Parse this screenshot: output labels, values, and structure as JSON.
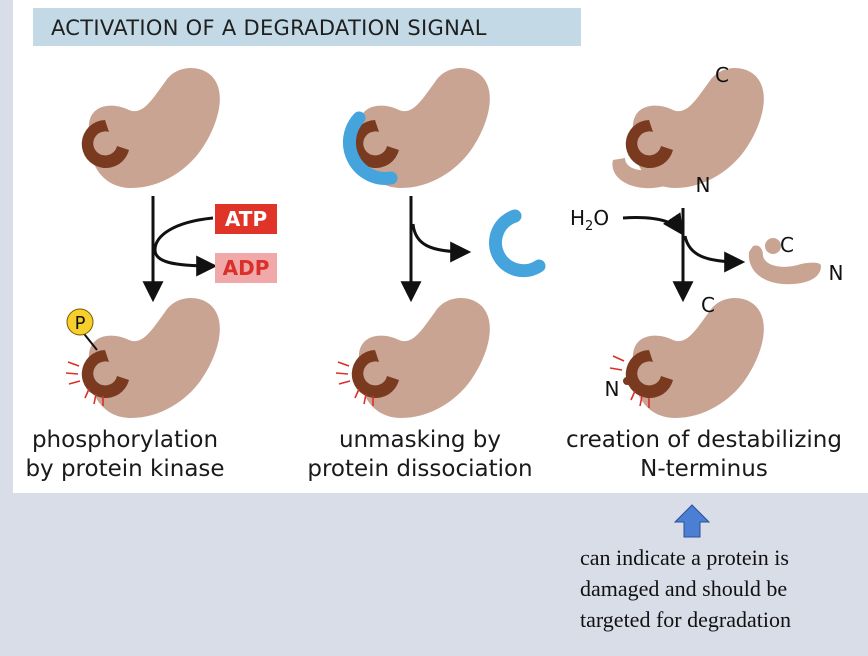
{
  "figure": {
    "title": "ACTIVATION OF A DEGRADATION SIGNAL",
    "panels": [
      {
        "caption_line1": "phosphorylation",
        "caption_line2": "by protein kinase",
        "input_label": "ATP",
        "output_label": "ADP",
        "modification_label": "P"
      },
      {
        "caption_line1": "unmasking by",
        "caption_line2": "protein dissociation"
      },
      {
        "caption_line1": "creation of destabilizing",
        "caption_line2": "N-terminus",
        "water_label": "H",
        "water_subscript": "2",
        "water_suffix": "O",
        "c_label": "C",
        "n_label": "N"
      }
    ]
  },
  "note": {
    "line1": "can indicate a protein is",
    "line2": "damaged and should be",
    "line3": "targeted for degradation"
  },
  "colors": {
    "protein": "#c9a493",
    "degron": "#7a3a1f",
    "mask": "#45a4dc",
    "atp": "#e03428",
    "adp": "#f0a9a8",
    "phosphate": "#f6cf2d",
    "signal_ticks": "#d9302b",
    "up_arrow": "#4a7fd4",
    "title_bar": "#c3d9e6"
  }
}
